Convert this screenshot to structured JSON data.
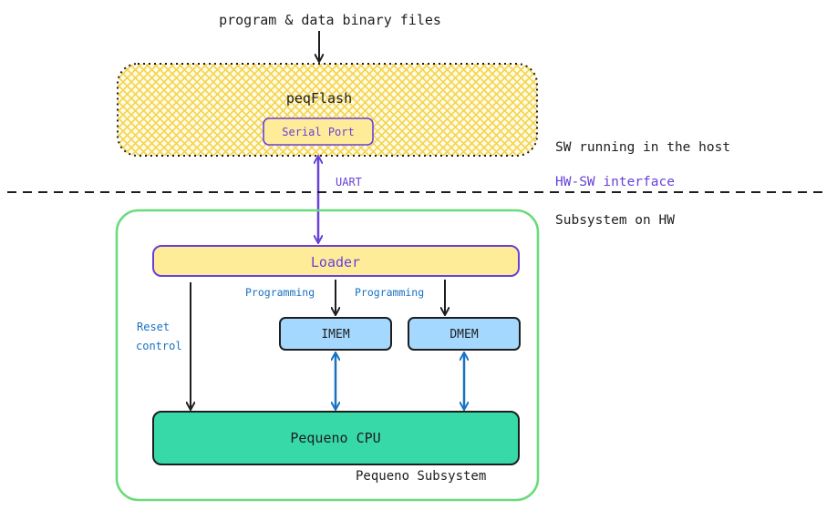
{
  "input_label": "program & data binary files",
  "host": {
    "tool_label": "peqFlash",
    "serial_port_label": "Serial Port"
  },
  "link_label": "UART",
  "zones": {
    "host_label": "SW running in the host",
    "interface_label": "HW-SW interface",
    "hw_label": "Subsystem on HW"
  },
  "subsystem": {
    "loader_label": "Loader",
    "programming_label_1": "Programming",
    "programming_label_2": "Programming",
    "reset_label_line1": "Reset",
    "reset_label_line2": "control",
    "imem_label": "IMEM",
    "dmem_label": "DMEM",
    "cpu_label": "Pequeno CPU",
    "subsystem_label": "Pequeno Subsystem"
  },
  "colors": {
    "host_fill": "#f7dc6f",
    "loader_fill": "#ffec99",
    "loader_text": "#6741d9",
    "uart_arrow": "#6741d9",
    "mem_fill": "#a5d8ff",
    "cpu_fill": "#38d9a9",
    "subsystem_border": "#69db7c",
    "blue_text": "#1971c2"
  }
}
